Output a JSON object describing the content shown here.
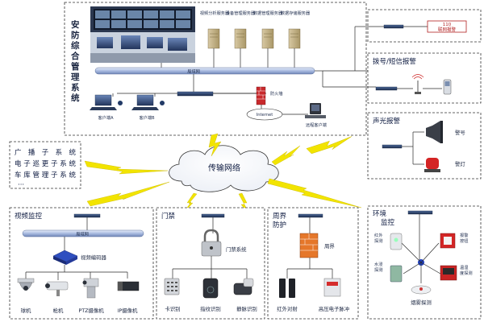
{
  "security": {
    "title": "安防综合管理系统",
    "lan": "局域网",
    "servers": [
      "视频分析服务器",
      "设备管理服务器",
      "数据管理服务器",
      "数据存储服务器"
    ],
    "clients": [
      "客户端A",
      "客户端B"
    ],
    "firewall": "防火墙",
    "internet": "Internet",
    "remote_client": "远程客户端"
  },
  "alarm_110": "110联网报警",
  "dial_alarm": "拨号/短信报警",
  "sound_light": {
    "title": "声光报警",
    "siren": "警号",
    "lamp": "警灯"
  },
  "subsystems": [
    "广播子系统",
    "电子巡更子系统",
    "车库管理子系统"
  ],
  "ellipsis": "···",
  "cloud": "传输网络",
  "video": {
    "title": "视频监控",
    "lan": "局域网",
    "encoder": "视频编码器",
    "cameras": [
      "球机",
      "枪机",
      "PTZ摄像机",
      "IP摄像机"
    ]
  },
  "access": {
    "title": "门禁",
    "system": "门禁系统",
    "devices": [
      "卡识别",
      "指纹识别",
      "静脉识别"
    ]
  },
  "perimeter": {
    "title": "周界防护",
    "center": "周界",
    "devices": [
      "红外对射",
      "高压电子脉冲"
    ]
  },
  "env": {
    "title": "环境监控",
    "infrared": "红外探测",
    "water": "水浸探测",
    "smoke": "烟雾探测",
    "alarm_button": "报警按钮",
    "temp_humidity": "温湿度探测"
  }
}
